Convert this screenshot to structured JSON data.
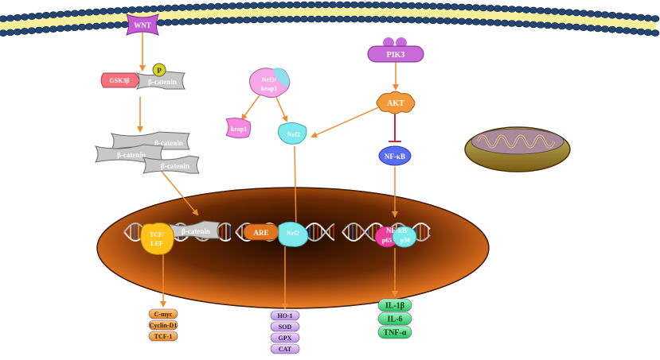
{
  "colors": {
    "membrane_blue": "#24456e",
    "membrane_yellow": "#f3ef9a",
    "wnt": "#c45bd3",
    "gsk3b": "#f2737c",
    "bcatenin": "#c8c8c8",
    "nrf2_keap1": "#f7a6e6",
    "nrf2": "#7fe8ec",
    "keap1": "#f58be0",
    "pik3": "#c86bd8",
    "akt": "#f39a3a",
    "nfkb": "#5a6df0",
    "nucleus": "#e0701a",
    "tcf_lef": "#ffc21a",
    "are": "#e0741e",
    "p65": "#e8409a",
    "p50": "#7cecea",
    "oxid_products": "#d9b6f0",
    "wnt_products": "#f5a23a",
    "cytokines": "#3ee07a",
    "inhibit_line": "#d0283c",
    "arrow_orange": "#f08a30"
  },
  "labels": {
    "wnt": "WNT",
    "p": "P",
    "gsk3b": "GSK3β",
    "bcatenin": "β-catenin",
    "bcatenin_1": "β-catenin",
    "bcatenin_2": "β-catenin",
    "bcatenin_3": "β-catenin",
    "bcatenin_nucleus": "β-catenin",
    "nrf2_keap1_line1": "Nrf2/",
    "nrf2_keap1_line2": "keap1",
    "keap1": "keap1",
    "nrf2": "Nrf2",
    "pik3": "PIK3",
    "akt": "AKT",
    "nfkb": "NF-κB",
    "tcf_lef_line1": "TCF/",
    "tcf_lef_line2": "LEF",
    "are": "ARE",
    "nrf2_nucleus": "Nrf2",
    "nfkb_nucleus": "NF-kB",
    "p65": "p65",
    "p50": "p50"
  },
  "wnt_products": [
    "C-myc",
    "Cyclin-D1",
    "TCF-1"
  ],
  "oxidative_products": [
    "HO-1",
    "SOD",
    "GPX",
    "CAT"
  ],
  "cytokines": [
    "IL-1β",
    "IL-6",
    "TNF-α"
  ]
}
